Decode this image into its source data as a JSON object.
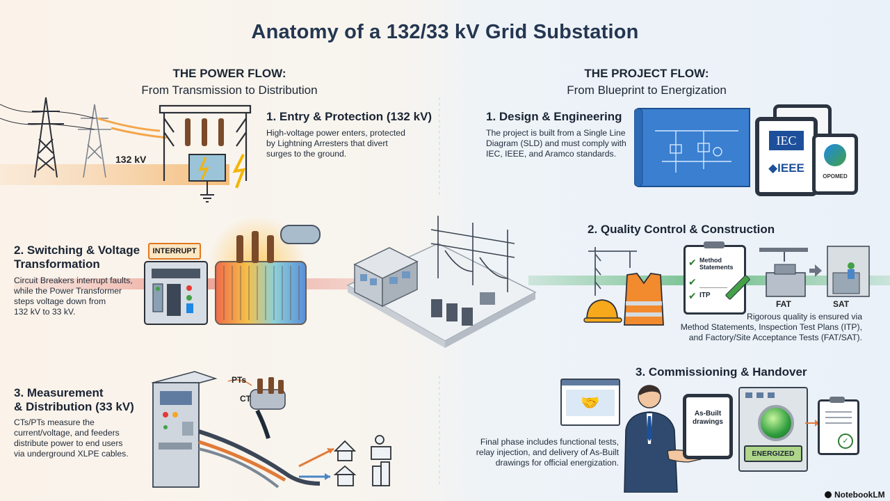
{
  "title": "Anatomy of a 132/33 kV Grid Substation",
  "left_flow": {
    "heading": "THE POWER FLOW:",
    "subheading": "From Transmission to Distribution",
    "steps": [
      {
        "title": "1. Entry & Protection (132 kV)",
        "desc_lines": [
          "High-voltage power enters, protected",
          "by Lightning Arresters that divert",
          "surges to the ground."
        ]
      },
      {
        "title_lines": [
          "2. Switching & Voltage",
          "Transformation"
        ],
        "desc_lines": [
          "Circuit Breakers interrupt faults,",
          "while the Power Transformer",
          "steps voltage down from",
          "132 kV to 33 kV."
        ]
      },
      {
        "title_lines": [
          "3. Measurement",
          "& Distribution (33 kV)"
        ],
        "desc_lines": [
          "CTs/PTs measure the",
          "current/voltage, and feeders",
          "distribute power to end users",
          "via underground XLPE cables."
        ]
      }
    ],
    "labels": {
      "voltage_in": "132 kV",
      "interrupt": "INTERRUPT",
      "pts": "PTs",
      "ct": "CT"
    }
  },
  "right_flow": {
    "heading": "THE PROJECT FLOW:",
    "subheading": "From Blueprint to Energization",
    "steps": [
      {
        "title": "1. Design & Engineering",
        "desc_lines": [
          "The project is built from a Single Line",
          "Diagram (SLD) and must comply with",
          "IEC, IEEE, and Aramco standards."
        ]
      },
      {
        "title": "2. Quality Control & Construction",
        "desc_lines": [
          "Rigorous quality is ensured via",
          "Method Statements, Inspection Test Plans (ITP),",
          "and Factory/Site Acceptance Tests (FAT/SAT)."
        ]
      },
      {
        "title": "3. Commissioning & Handover",
        "desc_lines": [
          "Final phase includes functional tests,",
          "relay injection, and delivery of As-Built",
          "drawings for official energization."
        ]
      }
    ],
    "labels": {
      "iec": "IEC",
      "ieee": "IEEE",
      "aramco": "OPOMED",
      "method_statements": [
        "Method",
        "Statements"
      ],
      "itp": "ITP",
      "fat": "FAT",
      "sat": "SAT",
      "as_built": [
        "As-Built",
        "drawings"
      ],
      "energized": "ENERGIZED"
    }
  },
  "branding": "NotebookLM",
  "colors": {
    "title": "#243650",
    "power_flow": "#f3a64a",
    "project_flow": "#4caf6a",
    "blueprint": "#3a7fd0",
    "energized_badge": "#aed58a"
  }
}
